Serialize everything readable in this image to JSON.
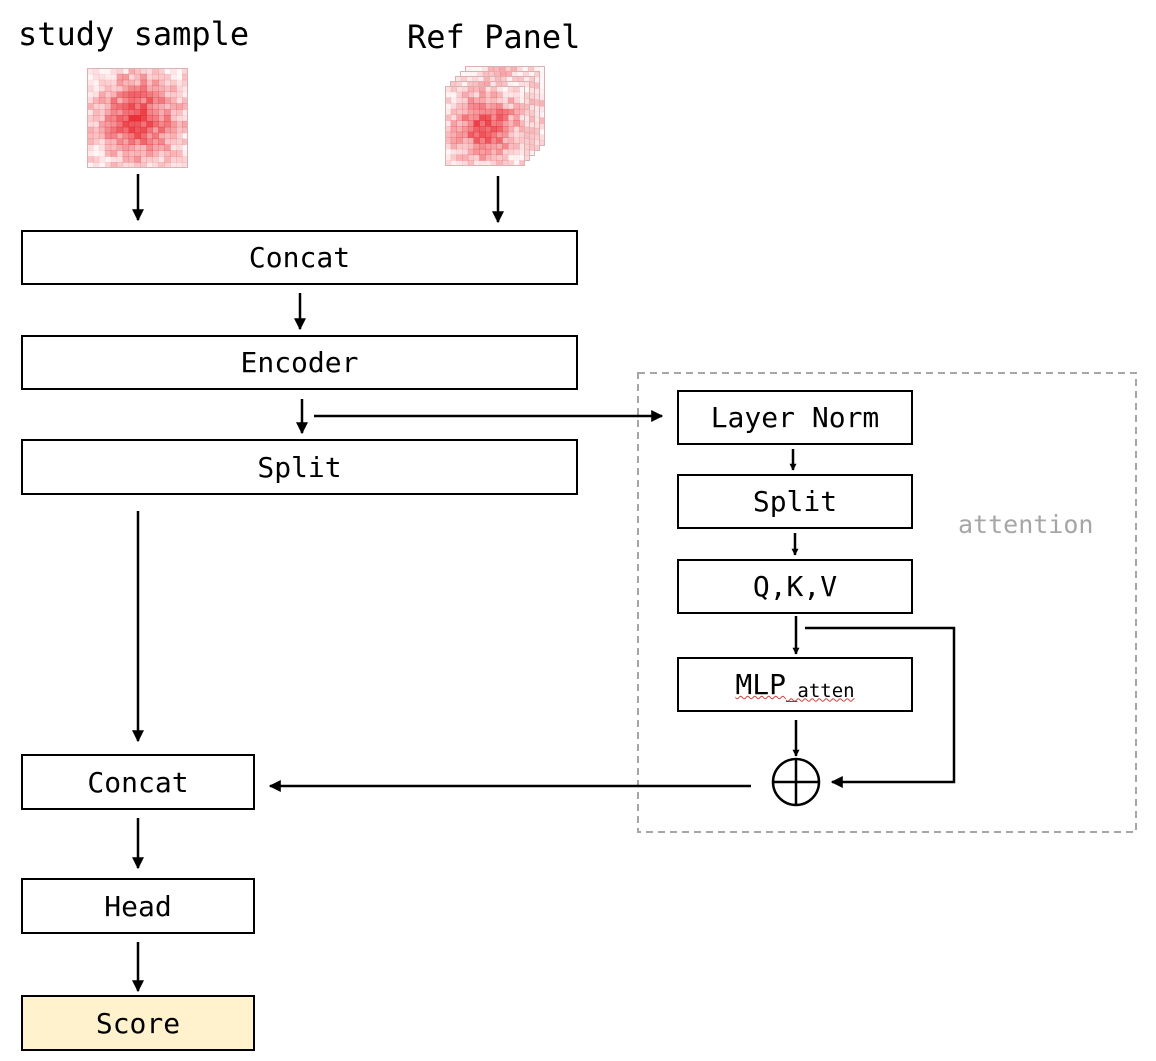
{
  "inputs": {
    "study_label": "study sample",
    "ref_label": "Ref Panel"
  },
  "main_flow": {
    "concat1": "Concat",
    "encoder": "Encoder",
    "split": "Split",
    "concat2": "Concat",
    "head": "Head",
    "score": "Score"
  },
  "attention": {
    "label": "attention",
    "layer_norm": "Layer Norm",
    "split": "Split",
    "qkv": "Q,K,V",
    "mlp_main": "MLP",
    "mlp_sub": "_atten",
    "add_symbol": "⊕"
  },
  "colors": {
    "heatmap": "#e8262f",
    "score_fill": "#fff2cc",
    "dashed_border": "#a6a6a6"
  }
}
